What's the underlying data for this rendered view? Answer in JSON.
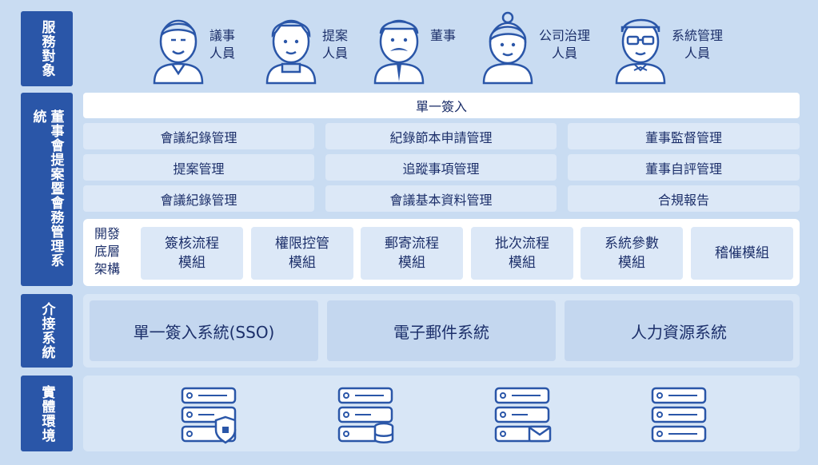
{
  "side_labels": {
    "audience": "服務對象",
    "board": "董事會提案暨會務管理系統",
    "interface": "介接系統",
    "infra": "實體環境"
  },
  "personas": [
    {
      "line1": "議事",
      "line2": "人員",
      "icon": "person-glasses-icon"
    },
    {
      "line1": "提案",
      "line2": "人員",
      "icon": "person-icon"
    },
    {
      "line1": "董事",
      "line2": "",
      "icon": "person-mustache-icon"
    },
    {
      "line1": "公司治理",
      "line2": "人員",
      "icon": "person-woman-icon"
    },
    {
      "line1": "系統管理",
      "line2": "人員",
      "icon": "person-admin-icon"
    }
  ],
  "sso_bar": "單一簽入",
  "functions": [
    [
      "會議紀錄管理",
      "紀錄節本申請管理",
      "董事監督管理"
    ],
    [
      "提案管理",
      "追蹤事項管理",
      "董事自評管理"
    ],
    [
      "會議紀錄管理",
      "會議基本資料管理",
      "合規報告"
    ]
  ],
  "dev": {
    "label_lines": [
      "開發",
      "底層",
      "架構"
    ],
    "modules": [
      {
        "line1": "簽核流程",
        "line2": "模組"
      },
      {
        "line1": "權限控管",
        "line2": "模組"
      },
      {
        "line1": "郵寄流程",
        "line2": "模組"
      },
      {
        "line1": "批次流程",
        "line2": "模組"
      },
      {
        "line1": "系統參數",
        "line2": "模組"
      },
      {
        "line1": "稽催模組",
        "line2": ""
      }
    ]
  },
  "interfaces": [
    "單一簽入系統(SSO)",
    "電子郵件系統",
    "人力資源系統"
  ],
  "servers": [
    {
      "icon": "server-shield-icon"
    },
    {
      "icon": "server-database-icon"
    },
    {
      "icon": "server-mail-icon"
    },
    {
      "icon": "server-icon"
    }
  ],
  "colors": {
    "side": "#2a56a8",
    "background": "#c9dcf2",
    "cell": "#dce8f7",
    "icon_stroke": "#2a56a8"
  }
}
